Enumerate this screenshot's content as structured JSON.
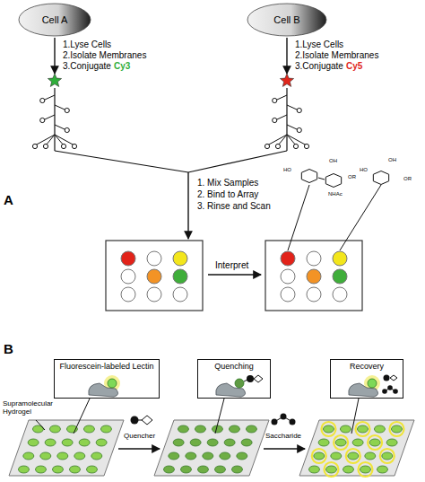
{
  "diagram": {
    "nodes": [
      {
        "text": [
          "Cell A"
        ]
      },
      {
        "text": [
          "Cell B"
        ]
      },
      {
        "text": [
          "Fluorescein-labeled Lectin"
        ]
      },
      {
        "text": [
          "Quenching"
        ]
      },
      {
        "text": [
          "Recovery"
        ]
      }
    ],
    "labels": [
      "1.Lyse Cells",
      "2.Isolate Membranes",
      "3.Conjugate",
      "Cy3",
      "1.Lyse Cells",
      "2.Isolate Membranes",
      "3.Conjugate",
      "Cy5",
      "1. Mix Samples",
      "2. Bind to Array",
      "3. Rinse and Scan",
      "Interpret",
      "HO",
      "OH",
      "NHAc",
      "OR",
      "HO",
      "OH",
      "OR",
      "A",
      "B",
      "Supramolecular Hydrogel",
      "Quencher",
      "Saccharide"
    ]
  }
}
